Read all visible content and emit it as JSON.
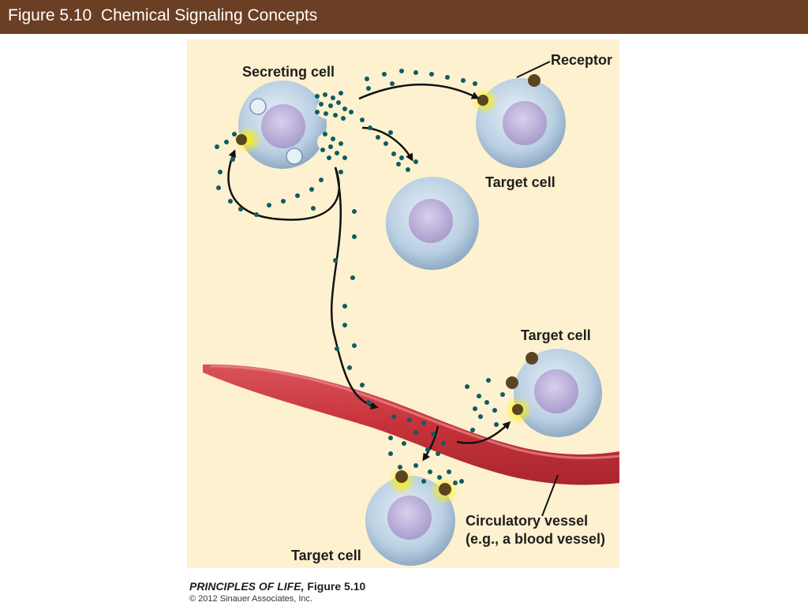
{
  "title": "Figure 5.10  Chemical Signaling Concepts",
  "labels": {
    "secreting_cell": "Secreting cell",
    "receptor": "Receptor",
    "target_cell_top": "Target cell",
    "target_cell_right": "Target cell",
    "target_cell_bottom": "Target cell",
    "vessel_line1": "Circulatory vessel",
    "vessel_line2": "(e.g., a blood vessel)"
  },
  "credit": {
    "book": "PRINCIPLES OF LIFE,",
    "figure": " Figure 5.10",
    "copyright": "© 2012 Sinauer Associates, Inc."
  },
  "colors": {
    "title_bar": "#6b3f24",
    "figure_background": "#fdf1cf",
    "signal_dots": "#0f5c63",
    "receptor": "#5a4422",
    "vessel": "#c8323a"
  }
}
